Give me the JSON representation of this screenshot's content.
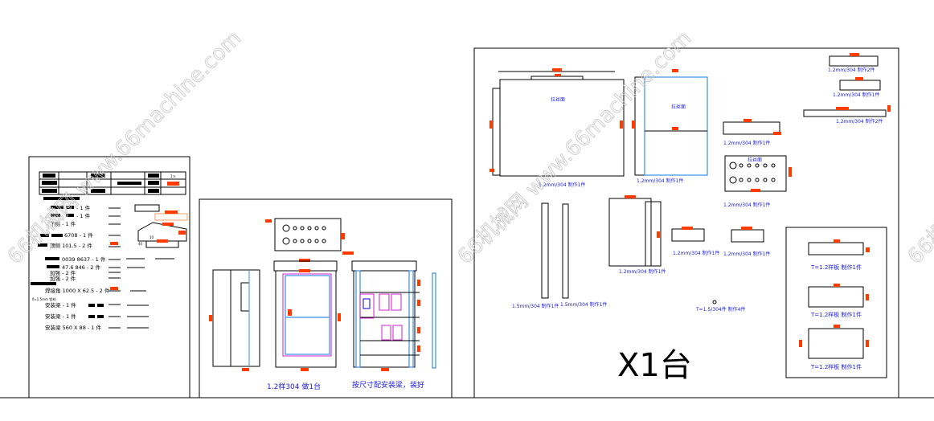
{
  "watermark": {
    "text": "66机械网 www.66machine.com",
    "short": "66机"
  },
  "colors": {
    "dimension": "#ff3b00",
    "caption": "#2020e0",
    "steel_outline": "#3a8ee6",
    "component": "#d020d0"
  },
  "left_sheet": {
    "table_cell": "1:n",
    "rows": [
      {
        "text": "- 1 件"
      },
      {
        "text": "- 1 件"
      },
      {
        "text": "下侧 - 1 件"
      },
      {
        "text": "6708 - 1 件"
      },
      {
        "text": "顶侧 101.5 - 2 件"
      },
      {
        "text": "0039 8637  - 1 件"
      },
      {
        "text": "47.6 846  - 2 件"
      },
      {
        "text": "加强    - 2 件"
      },
      {
        "text": "加强    - 2 件"
      },
      {
        "text": "焊接角 1000 X 62.5 - 2 件"
      },
      {
        "text": "δ=1.5mm 铝材"
      },
      {
        "text": "安装梁      - 1 件"
      },
      {
        "text": "安装梁      - 1 件"
      },
      {
        "text": "安装梁 560 X 88  - 1 件"
      }
    ],
    "labels": {
      "d1": "10",
      "d2": "40"
    }
  },
  "middle_sheet": {
    "caption_left": "1.2样304 做1台",
    "caption_right": "按尺寸配安装梁，装好"
  },
  "right_sheet": {
    "face_label": "拉丝面",
    "caption_12_1": "1.2mm/304 制作1件",
    "caption_12_2": "1.2mm/304 制作2件",
    "caption_15_1": "1.5mm/304 制作1件",
    "caption_small": "T=1.5/304件 制作4件",
    "caption_plate": "T=1.2样板  制作1件",
    "quantity": "X1台"
  }
}
